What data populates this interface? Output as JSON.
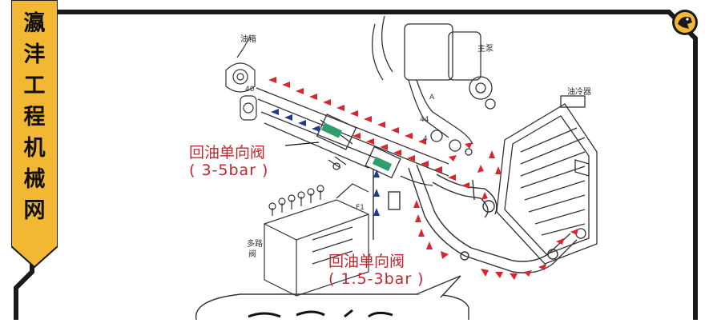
{
  "side_tab": {
    "chars": [
      "瀛",
      "沣",
      "工",
      "程",
      "机",
      "械",
      "网"
    ],
    "bg_color": "#f2b733"
  },
  "labels": {
    "valve1_name": "回油单向阀",
    "valve1_range": "( 3-5bar )",
    "valve2_name": "回油单向阀",
    "valve2_range": "( 1.5-3bar )",
    "tank": "油箱",
    "main_pump": "主泵",
    "cooler": "油冷器",
    "multi_valve_1": "多路",
    "multi_valve_2": "阀",
    "part_40": "40",
    "part_44": "44",
    "part_4": "4",
    "part_a": "A",
    "part_f1": "F1"
  },
  "colors": {
    "accent_red": "#c1272d",
    "flow_blue": "#1f3b8f",
    "flow_red": "#d9262c",
    "valve_green": "#2f9e6a",
    "frame": "#1a1a1a"
  },
  "icons": {
    "corner_badge": "dinosaur-logo"
  }
}
